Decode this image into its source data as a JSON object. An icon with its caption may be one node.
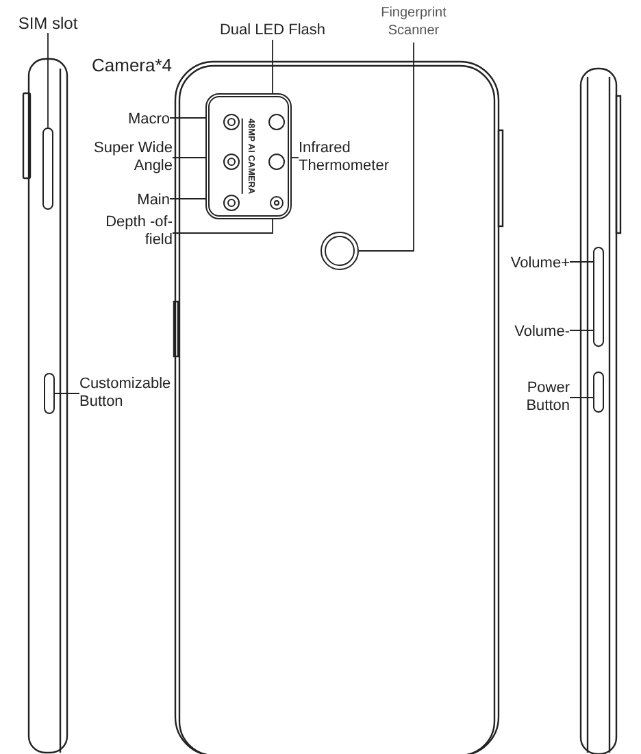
{
  "diagram": {
    "nodes": [
      {
        "text": [
          "SIM slot"
        ]
      },
      {
        "text": [
          "Dual LED Flash"
        ]
      },
      {
        "text": [
          "Fingerprint Scanner"
        ]
      },
      {
        "text": [
          "Macro"
        ]
      },
      {
        "text": [
          "Super Wide Angle"
        ]
      },
      {
        "text": [
          "Main"
        ]
      },
      {
        "text": [
          "Depth -of-field"
        ]
      },
      {
        "text": [
          "Infrared Thermometer"
        ]
      },
      {
        "text": [
          "48MP AI CAMERA"
        ]
      },
      {
        "text": [],
        "shape": "circle",
        "in": 8
      },
      {
        "text": [],
        "shape": "circle",
        "in": 8
      },
      {
        "text": [],
        "shape": "circle",
        "in": 8
      },
      {
        "text": [],
        "shape": "circle",
        "in": 8
      },
      {
        "text": [],
        "shape": "circle",
        "in": 8
      },
      {
        "text": [],
        "shape": "circle",
        "in": 8
      },
      {
        "text": [],
        "shape": "circle"
      },
      {
        "text": [
          "Customizable Button"
        ]
      },
      {
        "text": [],
        "shape": "bar"
      },
      {
        "text": [
          "Volume+"
        ]
      },
      {
        "text": [
          "Volume-"
        ]
      },
      {
        "text": [],
        "shape": "bar"
      },
      {
        "text": [
          "Power Button"
        ]
      },
      {
        "text": [],
        "shape": "bar"
      },
      {
        "text": [],
        "shape": "bar"
      }
    ],
    "edges": [
      {
        "from": 0,
        "to": 23,
        "arrow": "none"
      },
      {
        "from": 1,
        "to": 12,
        "arrow": "none"
      },
      {
        "from": 2,
        "to": 15,
        "arrow": "none"
      },
      {
        "from": 3,
        "to": 9,
        "arrow": "none"
      },
      {
        "from": 4,
        "to": 10,
        "arrow": "none"
      },
      {
        "from": 5,
        "to": 11,
        "arrow": "none"
      },
      {
        "from": 6,
        "to": 14,
        "arrow": "none"
      },
      {
        "from": 7,
        "to": 13,
        "arrow": "none"
      },
      {
        "from": 16,
        "to": 17,
        "arrow": "none"
      },
      {
        "from": 18,
        "to": 20,
        "arrow": "none"
      },
      {
        "from": 19,
        "to": 20,
        "arrow": "none"
      },
      {
        "from": 21,
        "to": 22,
        "arrow": "none"
      }
    ],
    "labels": [
      "Camera*4"
    ]
  }
}
